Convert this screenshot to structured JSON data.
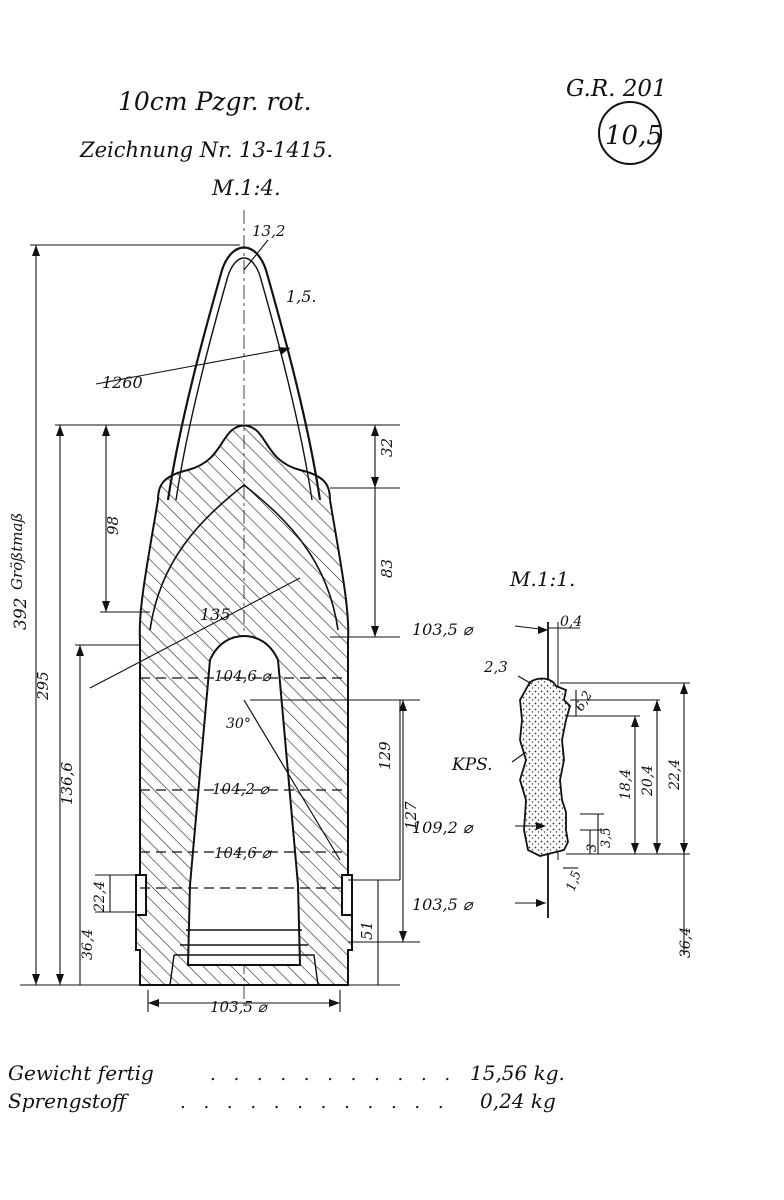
{
  "header": {
    "title": "10cm Pzgr. rot.",
    "drawing_no": "Zeichnung Nr. 13-1415.",
    "scale_main": "M.1:4.",
    "code": "G.R. 201",
    "caliber_badge": "10,5"
  },
  "main_view": {
    "labels": {
      "tip_radius": "13,2",
      "wall": "1,5.",
      "ogive_radius": "1260",
      "ogive_radius_inner": "135",
      "overall_length_label": "Größtmaß",
      "overall_length": "392",
      "body_length": "295",
      "nose_height": "98",
      "dim_32": "32",
      "dim_83": "83",
      "cavity_depth": "136,6",
      "bore_top": "104,6 ⌀",
      "cavity_angle": "30°",
      "bore_mid": "104,2 ⌀",
      "bore_low": "104,6 ⌀",
      "dim_129": "129",
      "dim_127": "127",
      "band_width": "22,4",
      "band_pos": "36,4",
      "dim_51": "51",
      "base_dia": "103,5 ⌀"
    }
  },
  "detail_view": {
    "scale": "M.1:1.",
    "labels": {
      "dia_top": "103,5 ⌀",
      "dim_04": "0,4",
      "dim_23": "2,3",
      "dim_62": "6,2",
      "kps": "KPS.",
      "dim_184": "18,4",
      "dim_204": "20,4",
      "dim_224": "22,4",
      "dia_band": "109,2 ⌀",
      "dim_35": "3,5",
      "dim_3": "3",
      "dim_15": "1,5",
      "dia_bottom": "103,5 ⌀",
      "dim_364": "36,4"
    }
  },
  "footer": {
    "weight_label": "Gewicht fertig",
    "weight_value": "15,56 kg.",
    "explosive_label": "Sprengstoff",
    "explosive_value": "0,24 kg"
  }
}
